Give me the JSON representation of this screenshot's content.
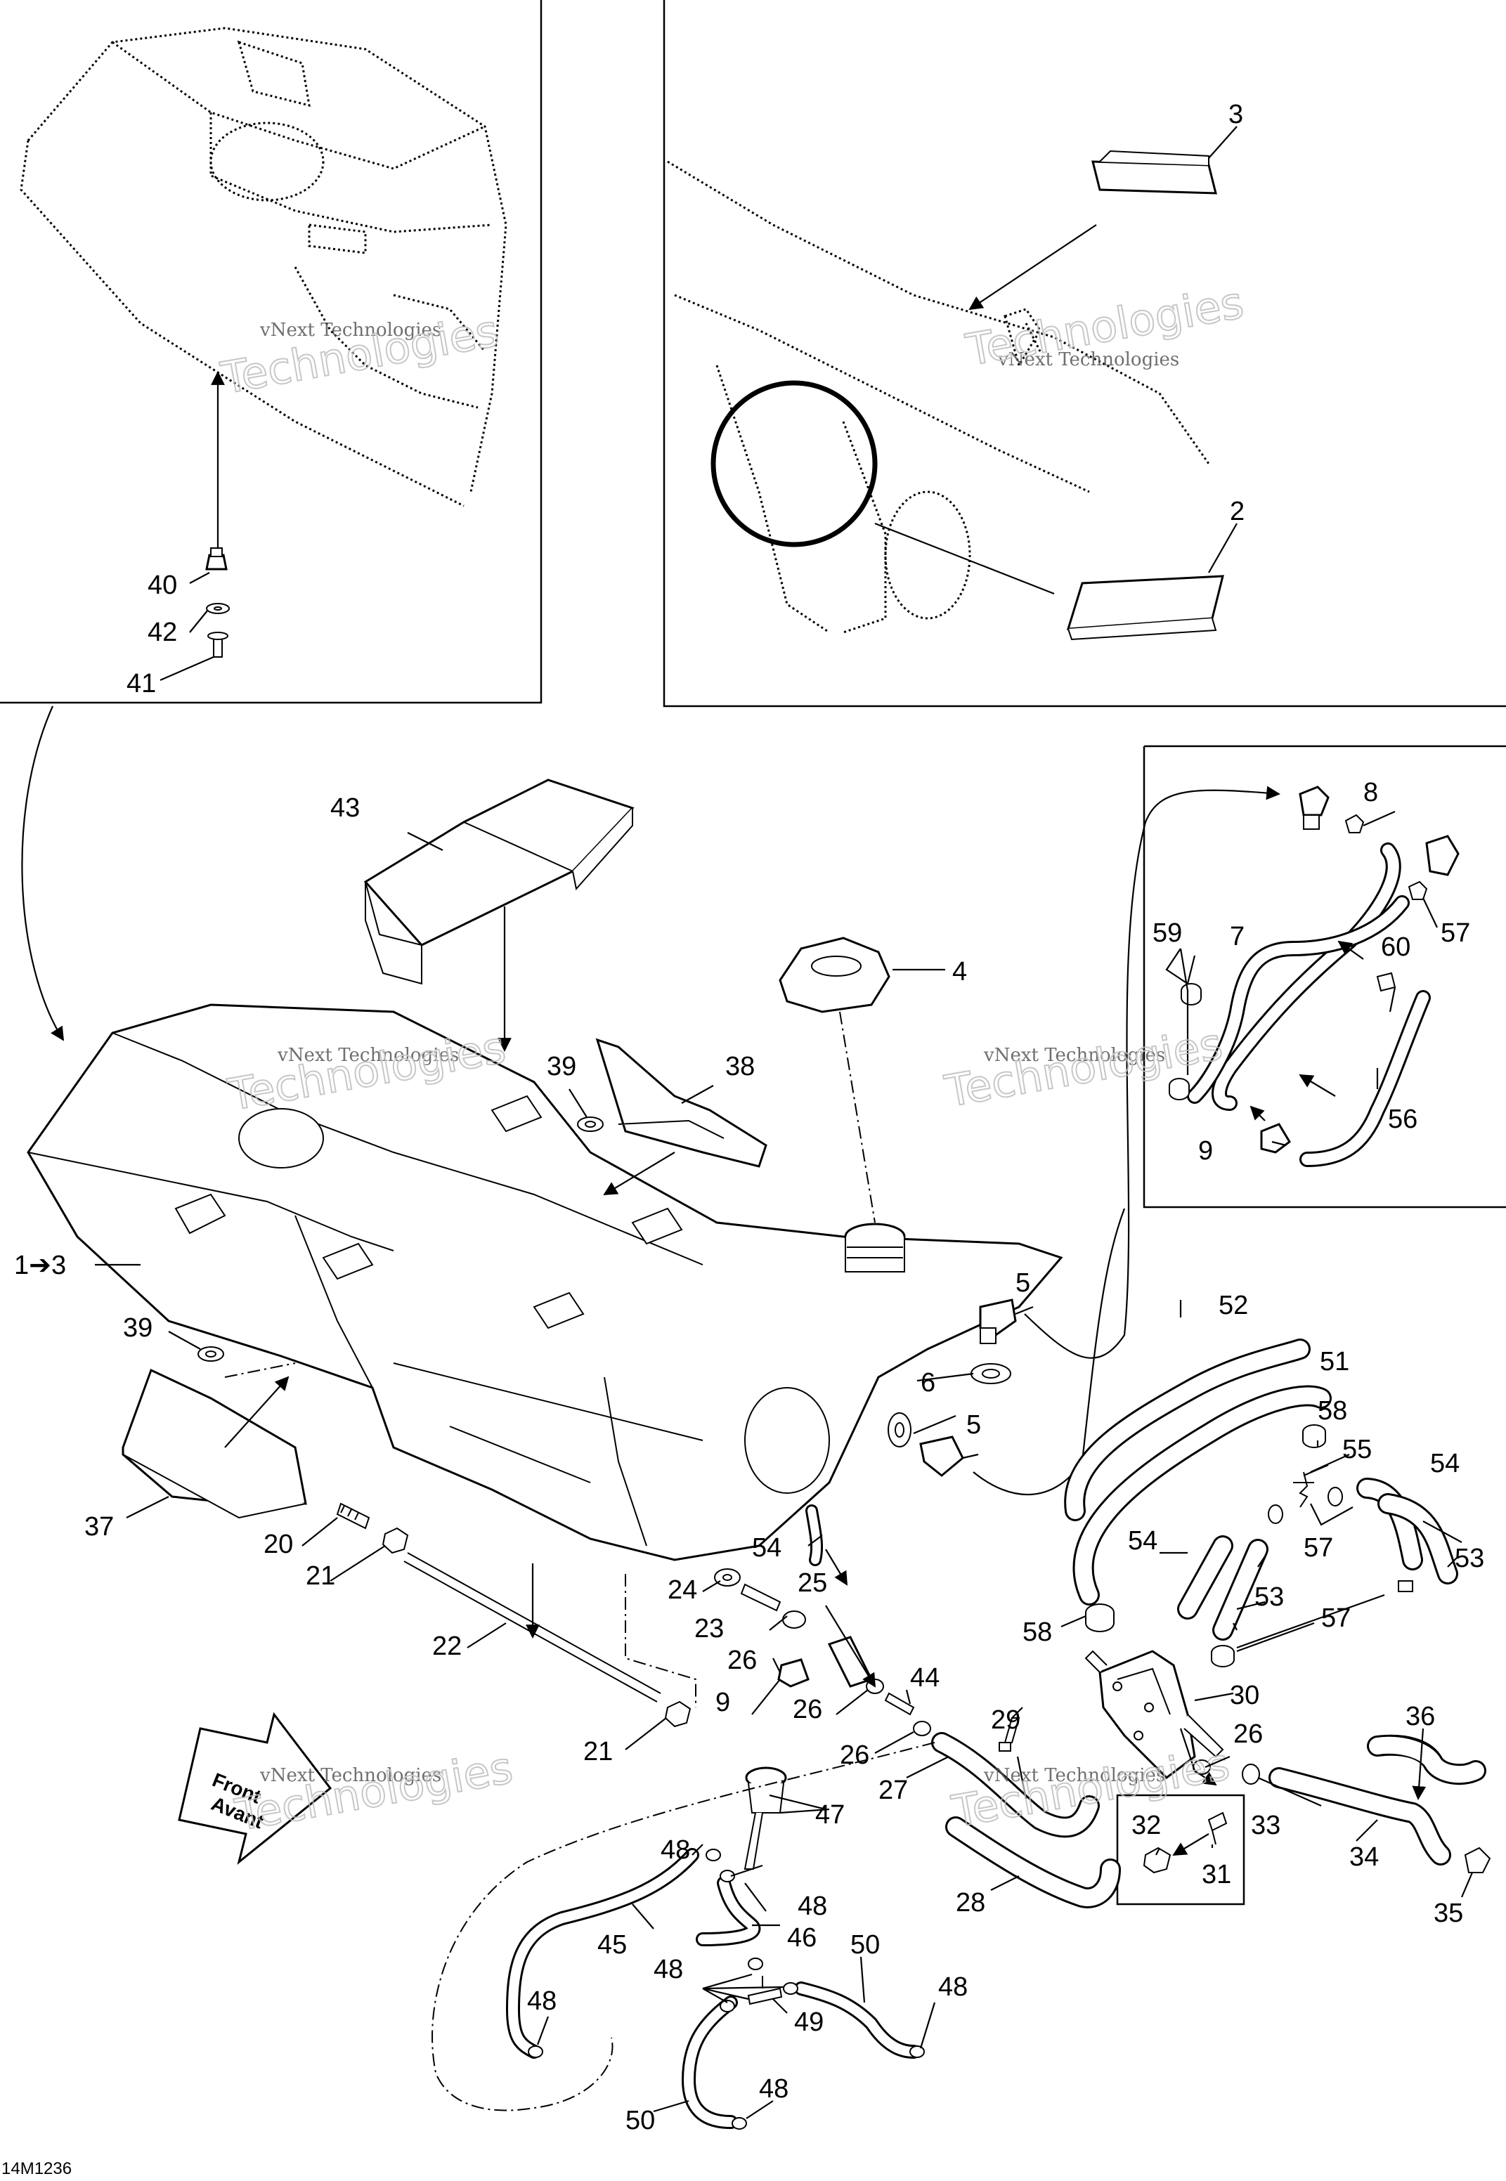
{
  "figure_id": "14M1236",
  "watermark": {
    "small": "vNext Technologies",
    "large": "Technologies"
  },
  "front_label": {
    "line1": "Front",
    "line2": "Avant"
  },
  "callouts": [
    {
      "id": "c1",
      "text": "1➔3"
    },
    {
      "id": "c2",
      "text": "2"
    },
    {
      "id": "c3",
      "text": "3"
    },
    {
      "id": "c4",
      "text": "4"
    },
    {
      "id": "c5a",
      "text": "5"
    },
    {
      "id": "c5b",
      "text": "5"
    },
    {
      "id": "c6",
      "text": "6"
    },
    {
      "id": "c7",
      "text": "7"
    },
    {
      "id": "c8",
      "text": "8"
    },
    {
      "id": "c9a",
      "text": "9"
    },
    {
      "id": "c9b",
      "text": "9"
    },
    {
      "id": "c20",
      "text": "20"
    },
    {
      "id": "c21a",
      "text": "21"
    },
    {
      "id": "c21b",
      "text": "21"
    },
    {
      "id": "c22",
      "text": "22"
    },
    {
      "id": "c23",
      "text": "23"
    },
    {
      "id": "c24",
      "text": "24"
    },
    {
      "id": "c25",
      "text": "25"
    },
    {
      "id": "c26a",
      "text": "26"
    },
    {
      "id": "c26b",
      "text": "26"
    },
    {
      "id": "c26c",
      "text": "26"
    },
    {
      "id": "c26d",
      "text": "26"
    },
    {
      "id": "c27",
      "text": "27"
    },
    {
      "id": "c28",
      "text": "28"
    },
    {
      "id": "c29",
      "text": "29"
    },
    {
      "id": "c30",
      "text": "30"
    },
    {
      "id": "c31",
      "text": "31"
    },
    {
      "id": "c32",
      "text": "32"
    },
    {
      "id": "c33",
      "text": "33"
    },
    {
      "id": "c34",
      "text": "34"
    },
    {
      "id": "c35",
      "text": "35"
    },
    {
      "id": "c36",
      "text": "36"
    },
    {
      "id": "c37",
      "text": "37"
    },
    {
      "id": "c38",
      "text": "38"
    },
    {
      "id": "c39a",
      "text": "39"
    },
    {
      "id": "c39b",
      "text": "39"
    },
    {
      "id": "c40",
      "text": "40"
    },
    {
      "id": "c41",
      "text": "41"
    },
    {
      "id": "c42",
      "text": "42"
    },
    {
      "id": "c43",
      "text": "43"
    },
    {
      "id": "c44",
      "text": "44"
    },
    {
      "id": "c45",
      "text": "45"
    },
    {
      "id": "c46",
      "text": "46"
    },
    {
      "id": "c47",
      "text": "47"
    },
    {
      "id": "c48a",
      "text": "48"
    },
    {
      "id": "c48b",
      "text": "48"
    },
    {
      "id": "c48c",
      "text": "48"
    },
    {
      "id": "c48d",
      "text": "48"
    },
    {
      "id": "c48e",
      "text": "48"
    },
    {
      "id": "c48f",
      "text": "48"
    },
    {
      "id": "c49",
      "text": "49"
    },
    {
      "id": "c50a",
      "text": "50"
    },
    {
      "id": "c50b",
      "text": "50"
    },
    {
      "id": "c51",
      "text": "51"
    },
    {
      "id": "c52",
      "text": "52"
    },
    {
      "id": "c53a",
      "text": "53"
    },
    {
      "id": "c53b",
      "text": "53"
    },
    {
      "id": "c54a",
      "text": "54"
    },
    {
      "id": "c54b",
      "text": "54"
    },
    {
      "id": "c54c",
      "text": "54"
    },
    {
      "id": "c55",
      "text": "55"
    },
    {
      "id": "c56",
      "text": "56"
    },
    {
      "id": "c57a",
      "text": "57"
    },
    {
      "id": "c57b",
      "text": "57"
    },
    {
      "id": "c57c",
      "text": "57"
    },
    {
      "id": "c58a",
      "text": "58"
    },
    {
      "id": "c58b",
      "text": "58"
    },
    {
      "id": "c59",
      "text": "59"
    },
    {
      "id": "c60",
      "text": "60"
    }
  ]
}
